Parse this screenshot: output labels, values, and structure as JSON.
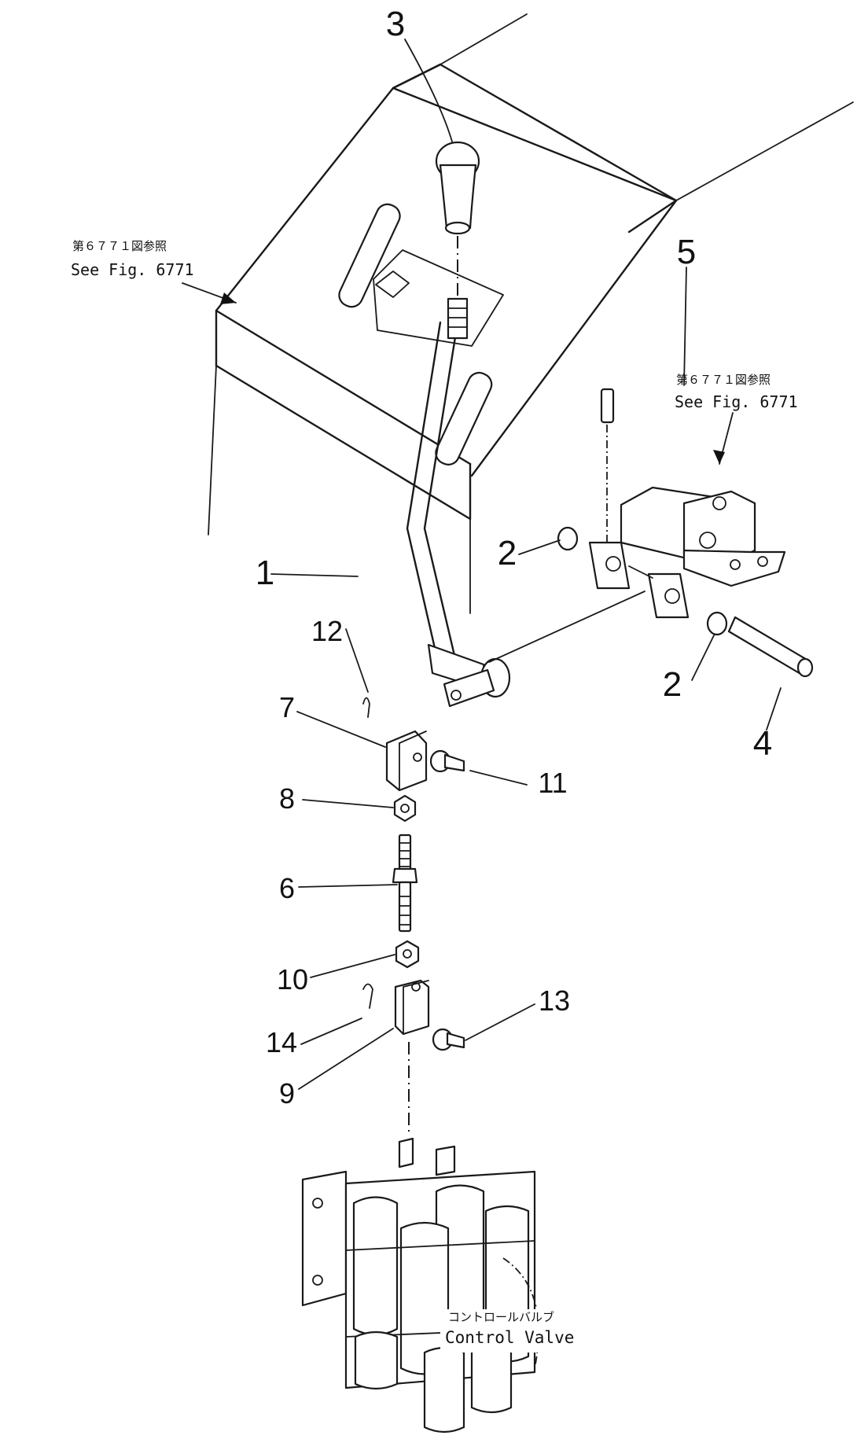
{
  "callouts": {
    "c1": "1",
    "c2a": "2",
    "c2b": "2",
    "c3": "3",
    "c4": "4",
    "c5": "5",
    "c6": "6",
    "c7": "7",
    "c8": "8",
    "c9": "9",
    "c10": "10",
    "c11": "11",
    "c12": "12",
    "c13": "13",
    "c14": "14"
  },
  "references": {
    "left": {
      "jp": "第６７７１図参照",
      "en": "See Fig. 6771"
    },
    "right": {
      "jp": "第６７７１図参照",
      "en": "See Fig. 6771"
    }
  },
  "control_valve": {
    "jp": "コントロールバルブ",
    "en": "Control Valve"
  }
}
